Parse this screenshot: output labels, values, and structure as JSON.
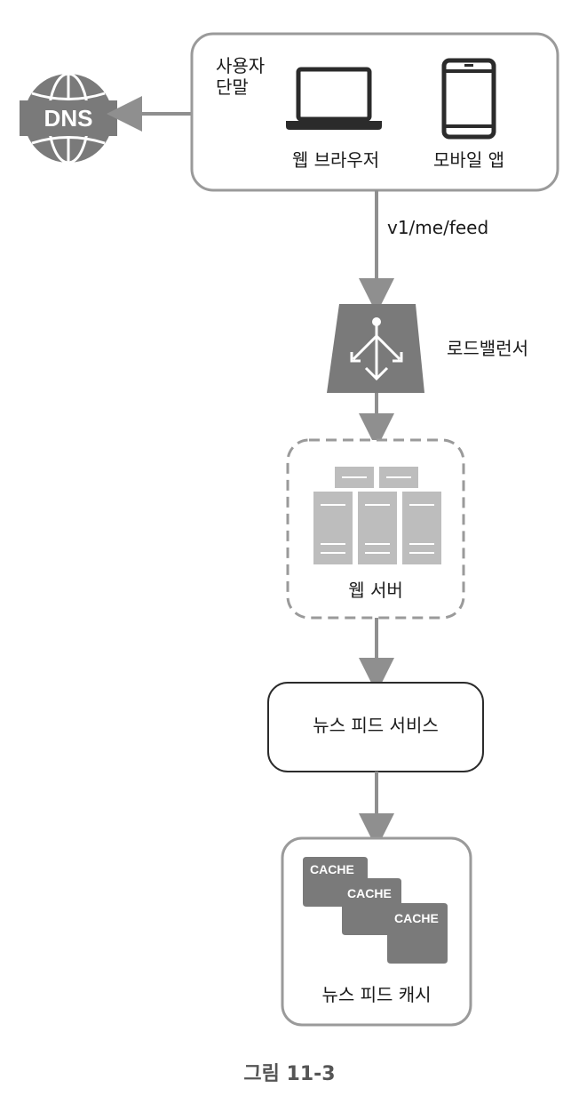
{
  "client": {
    "label_line1": "사용자",
    "label_line2": "단말",
    "browser_label": "웹 브라우저",
    "mobile_label": "모바일 앱"
  },
  "dns": {
    "label": "DNS"
  },
  "edge_label": "v1/me/feed",
  "load_balancer": {
    "label": "로드밸런서"
  },
  "web_server": {
    "label": "웹 서버"
  },
  "news_feed_service": {
    "label": "뉴스 피드 서비스"
  },
  "news_feed_cache": {
    "label": "뉴스 피드 캐시",
    "cache_items": [
      "CACHE",
      "CACHE",
      "CACHE"
    ]
  },
  "caption": "그림 11-3",
  "colors": {
    "stroke": "#8f8f8f",
    "fill_gray": "#7a7a7a",
    "server_gray": "#bdbdbd",
    "dark": "#2b2b2b"
  }
}
